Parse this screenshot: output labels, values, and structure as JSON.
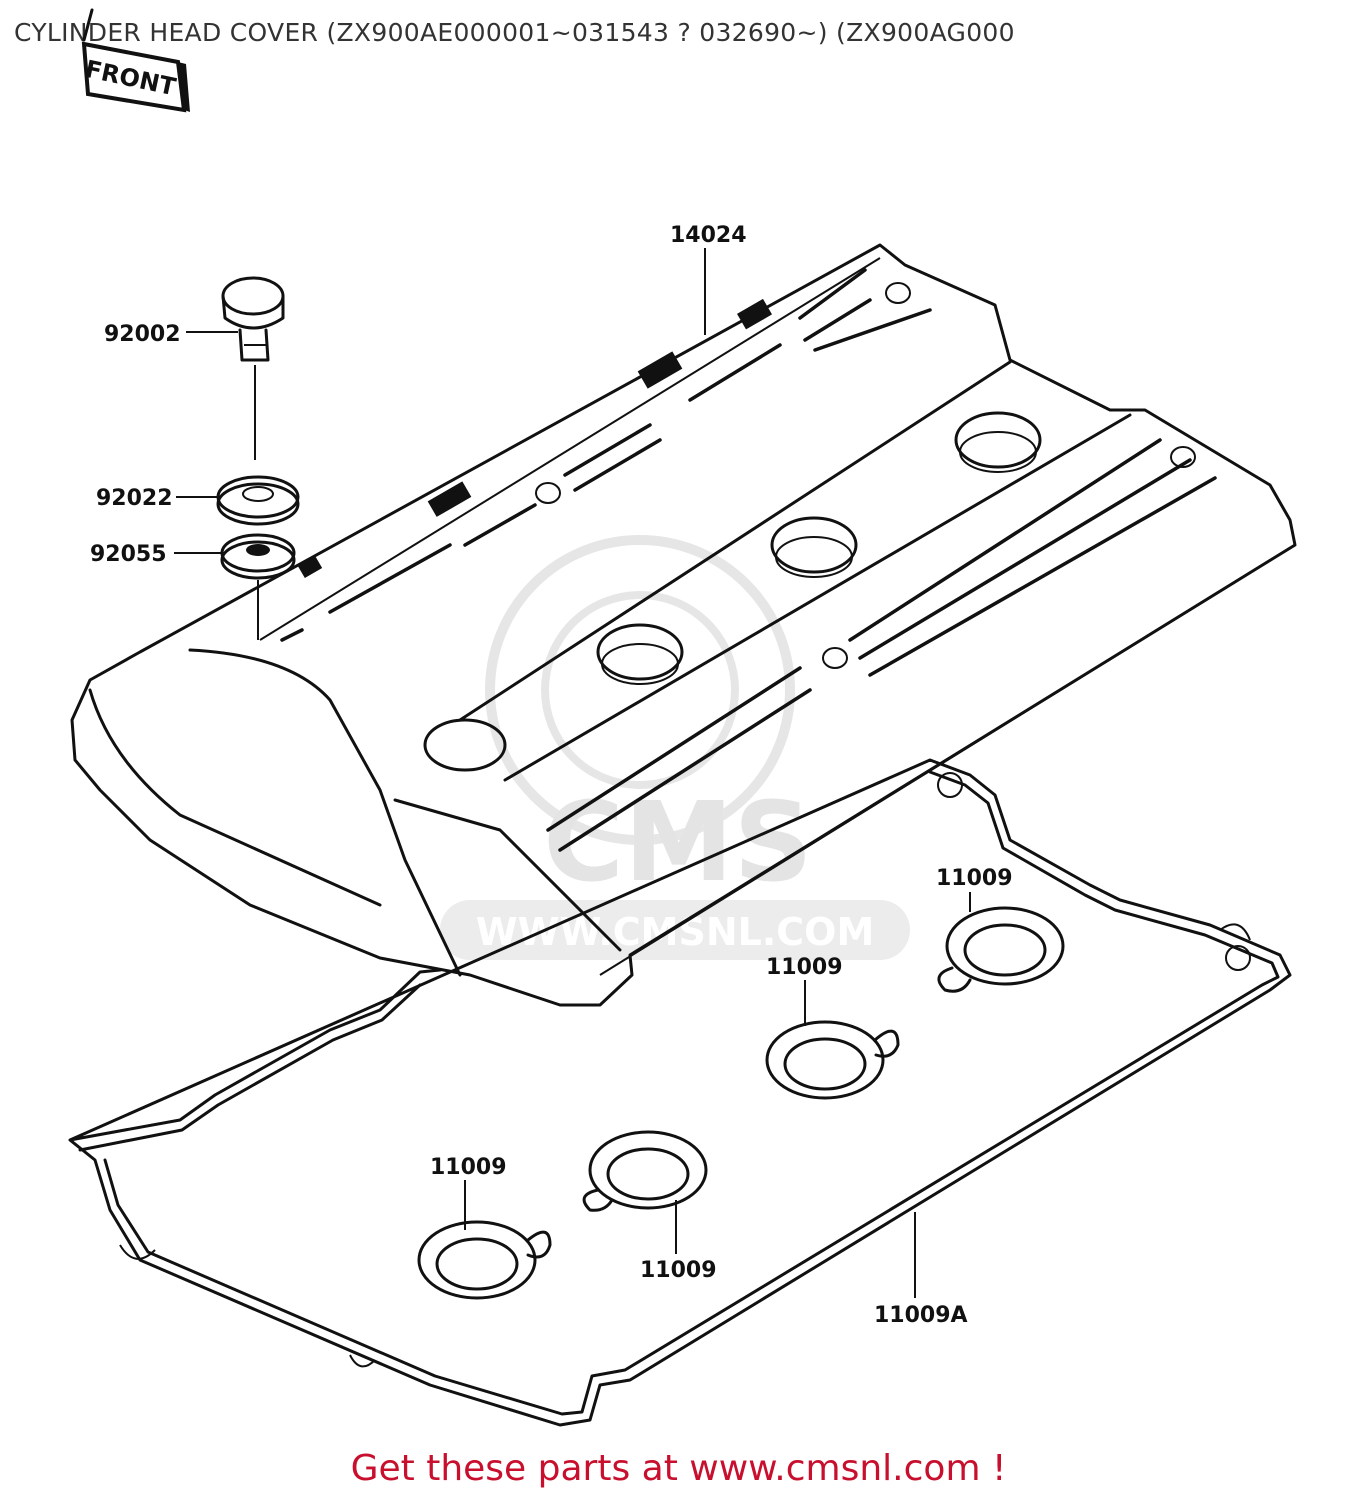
{
  "header": {
    "title": "CYLINDER HEAD COVER (ZX900AE000001~031543 ? 032690~) (ZX900AG000"
  },
  "front_tag": "FRONT",
  "watermark": {
    "brand": "CMS",
    "url": "WWW.CMSNL.COM"
  },
  "parts": [
    {
      "number": "14024"
    },
    {
      "number": "92002"
    },
    {
      "number": "92022"
    },
    {
      "number": "92055"
    },
    {
      "number": "11009"
    },
    {
      "number": "11009"
    },
    {
      "number": "11009"
    },
    {
      "number": "11009"
    },
    {
      "number": "11009A"
    }
  ],
  "footer": {
    "text": "Get these parts at www.cmsnl.com !"
  },
  "colors": {
    "footer": "#c8102e",
    "line": "#111111",
    "watermark": "#e4e4e4"
  }
}
